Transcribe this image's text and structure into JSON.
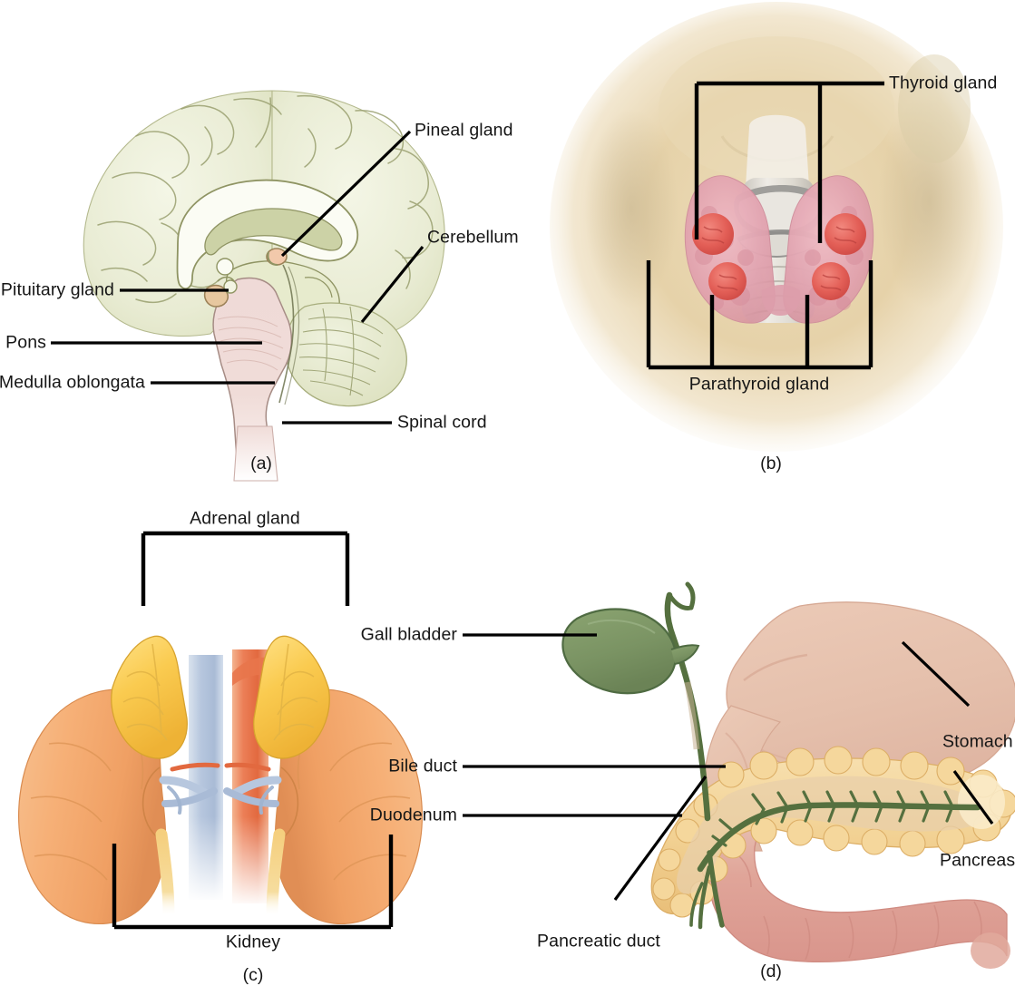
{
  "figure": {
    "panels": [
      {
        "id": "a",
        "caption": "(a)",
        "subject": "midsagittal brain",
        "labels": [
          {
            "key": "pineal",
            "text": "Pineal gland"
          },
          {
            "key": "cerebellum",
            "text": "Cerebellum"
          },
          {
            "key": "pituitary",
            "text": "Pituitary gland"
          },
          {
            "key": "pons",
            "text": "Pons"
          },
          {
            "key": "medulla",
            "text": "Medulla oblongata"
          },
          {
            "key": "spinal_cord",
            "text": "Spinal cord"
          }
        ]
      },
      {
        "id": "b",
        "caption": "(b)",
        "subject": "thyroid and parathyroid glands in neck",
        "labels": [
          {
            "key": "thyroid",
            "text": "Thyroid gland"
          },
          {
            "key": "parathyroid",
            "text": "Parathyroid gland"
          }
        ]
      },
      {
        "id": "c",
        "caption": "(c)",
        "subject": "adrenal glands and kidneys",
        "labels": [
          {
            "key": "adrenal",
            "text": "Adrenal gland"
          },
          {
            "key": "kidney",
            "text": "Kidney"
          }
        ]
      },
      {
        "id": "d",
        "caption": "(d)",
        "subject": "pancreas with stomach, duodenum and gall bladder",
        "labels": [
          {
            "key": "gall_bladder",
            "text": "Gall bladder"
          },
          {
            "key": "stomach",
            "text": "Stomach"
          },
          {
            "key": "bile_duct",
            "text": "Bile duct"
          },
          {
            "key": "duodenum",
            "text": "Duodenum"
          },
          {
            "key": "pancreas",
            "text": "Pancreas"
          },
          {
            "key": "pancreatic_duct",
            "text": "Pancreatic duct"
          }
        ]
      }
    ]
  },
  "colors": {
    "leader_line": "#000000",
    "label_text": "#161616",
    "background": "#ffffff",
    "brain_pale": "#eef0dd",
    "brain_mid": "#dde0c2",
    "brain_outline": "#8f9463",
    "brainstem_pink": "#efd9d6",
    "neck_skin": "#e8d5ae",
    "thyroid_pink": "#e9aebb",
    "parathyroid_red": "#e8605f",
    "trachea_grey": "#d8d5cf",
    "kidney_orange": "#f6b173",
    "adrenal_yellow": "#f9cf55",
    "vein_blue": "#b9c8dd",
    "artery_red": "#e8704d",
    "stomach_tan": "#e8c5b2",
    "intestine_rose": "#e1a096",
    "pancreas_gold": "#f3d79a",
    "duct_green": "#55703f",
    "gallbladder_green": "#7d9565"
  }
}
